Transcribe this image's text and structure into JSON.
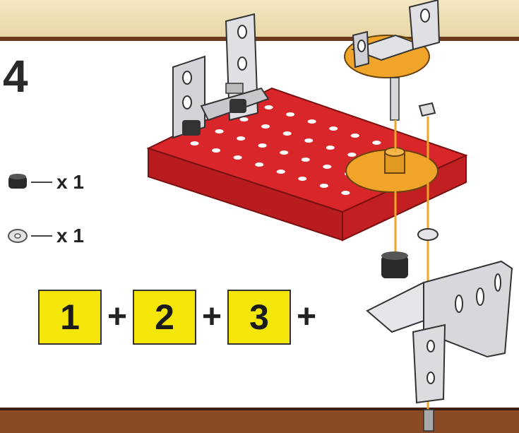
{
  "step": {
    "number": "4"
  },
  "parts": [
    {
      "icon": "rubber-spacer-icon",
      "quantity": "x 1"
    },
    {
      "icon": "washer-icon",
      "quantity": "x 1"
    }
  ],
  "sequence": {
    "items": [
      "1",
      "2",
      "3"
    ],
    "operator": "+"
  },
  "colors": {
    "plate": "#d8262a",
    "disc": "#f0a52a",
    "highlight": "#f5e60a",
    "top_band": "#eadcad",
    "bottom_band": "#8a4a26"
  }
}
